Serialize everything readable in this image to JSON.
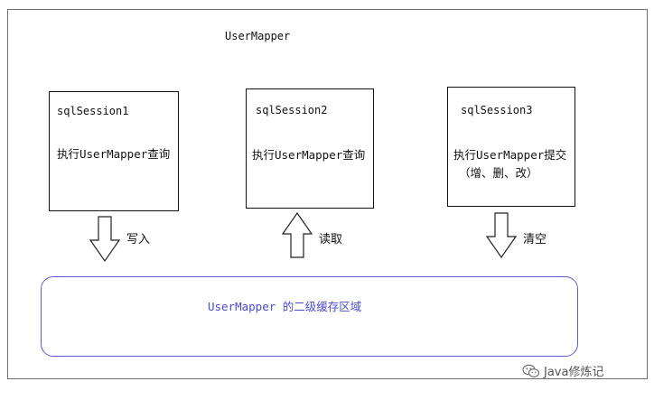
{
  "diagram": {
    "title": "UserMapper",
    "sessions": [
      {
        "name": "sqlSession1",
        "action_line1": "执行UserMapper查询",
        "action_line2": ""
      },
      {
        "name": "sqlSession2",
        "action_line1": "执行UserMapper查询",
        "action_line2": ""
      },
      {
        "name": "sqlSession3",
        "action_line1": "执行UserMapper提交",
        "action_line2": "（增、删、改）"
      }
    ],
    "arrows": [
      {
        "label": "写入",
        "direction": "down"
      },
      {
        "label": "读取",
        "direction": "up"
      },
      {
        "label": "清空",
        "direction": "down"
      }
    ],
    "cache_label": "UserMapper 的二级缓存区域"
  },
  "watermark": {
    "text": "Java修炼记",
    "icon": "wechat-icon"
  },
  "colors": {
    "frame": "#6f6f6f",
    "cache_border": "#5a5ad6",
    "cache_text": "#4a4ad0"
  }
}
